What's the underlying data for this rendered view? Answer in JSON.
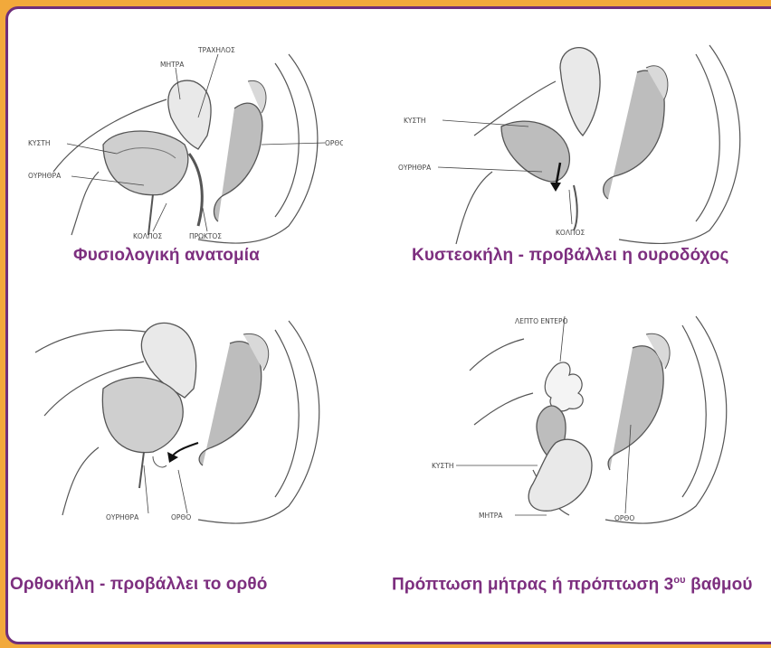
{
  "panels": [
    {
      "id": "normal",
      "caption": "Φυσιολογική ανατομία",
      "labels": {
        "cervix": "ΤΡΑΧΗΛΟΣ",
        "uterus": "ΜΗΤΡΑ",
        "bladder": "ΚΥΣΤΗ",
        "rectum": "ΟΡΘΟ",
        "urethra": "ΟΥΡΗΘΡΑ",
        "vagina": "ΚΟΛΠΟΣ",
        "anus": "ΠΡΩΚΤΟΣ"
      }
    },
    {
      "id": "cystocele",
      "caption": "Κυστεοκήλη - προβάλλει η ουροδόχος",
      "labels": {
        "bladder": "ΚΥΣΤΗ",
        "urethra": "ΟΥΡΗΘΡΑ",
        "vagina": "ΚΟΛΠΟΣ"
      }
    },
    {
      "id": "rectocele",
      "caption": "Ορθοκήλη - προβάλλει το ορθό",
      "labels": {
        "urethra": "ΟΥΡΗΘΡΑ",
        "rectum": "ΟΡΘΟ"
      }
    },
    {
      "id": "prolapse",
      "caption_main": "Πρόπτωση μήτρας ή πρόπτωση 3",
      "caption_sup": "ου",
      "caption_end": " βαθμού",
      "labels": {
        "small_intestine": "ΛΕΠΤΟ ΕΝΤΕΡΟ",
        "bladder": "ΚΥΣΤΗ",
        "uterus": "ΜΗΤΡΑ",
        "rectum": "ΟΡΘΟ"
      }
    }
  ],
  "colors": {
    "page_background": "#f2a93b",
    "frame_border": "#6f2f7b",
    "caption_text": "#7d2f7f"
  }
}
